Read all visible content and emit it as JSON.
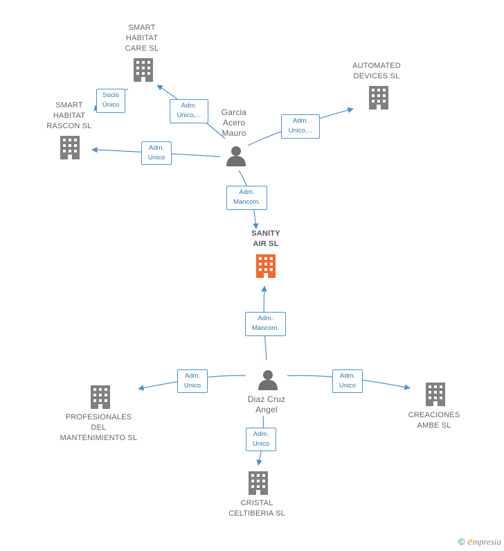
{
  "nodes": {
    "smart_habitat_care": {
      "label": "SMART\nHABITAT\nCARE  SL",
      "kind": "company"
    },
    "automated_devices": {
      "label": "AUTOMATED\nDEVICES  SL",
      "kind": "company"
    },
    "smart_habitat_rascon": {
      "label": "SMART\nHABITAT\nRASCON  SL",
      "kind": "company"
    },
    "garcia_acero": {
      "label": "Garcia\nAcero\nMauro",
      "kind": "person"
    },
    "sanity_air": {
      "label": "SANITY\nAIR  SL",
      "kind": "focus"
    },
    "diaz_cruz": {
      "label": "Diaz Cruz\nAngel",
      "kind": "person"
    },
    "profesionales": {
      "label": "PROFESIONALES\nDEL\nMANTENIMIENTO SL",
      "kind": "company"
    },
    "creaciones_ambe": {
      "label": "CREACIONES\nAMBE  SL",
      "kind": "company"
    },
    "cristal_celtiberia": {
      "label": "CRISTAL\nCELTIBERIA  SL",
      "kind": "company"
    }
  },
  "edges": {
    "socio_unico": "Socio\nÚnico",
    "garcia_care": "Adm.\nUnico,...",
    "garcia_automated": "Adm.\nUnico,...",
    "garcia_rascon": "Adm.\nUnico",
    "garcia_sanity": "Adm.\nMancom.",
    "diaz_sanity": "Adm.\nMancom.",
    "diaz_profesionales": "Adm.\nUnico",
    "diaz_creaciones": "Adm.\nUnico",
    "diaz_cristal": "Adm.\nUnico"
  },
  "colors": {
    "edge": "#4a90d9",
    "company_icon": "#808080",
    "focus_icon": "#f26a2e",
    "person_icon": "#707070"
  },
  "footer": {
    "copyright": "©",
    "brand_initial": "e",
    "brand_rest": "mpresia"
  }
}
